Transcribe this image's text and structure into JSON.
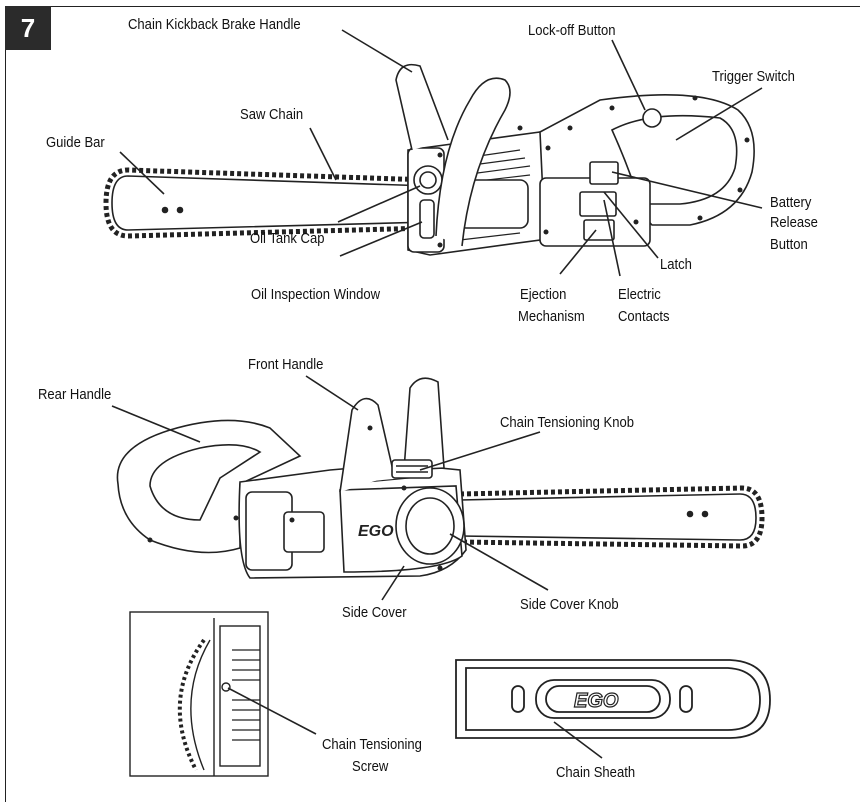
{
  "figure_number": "7",
  "labels": {
    "kickback_brake": "Chain Kickback Brake Handle",
    "lock_off": "Lock-off Button",
    "trigger": "Trigger Switch",
    "saw_chain": "Saw Chain",
    "guide_bar": "Guide Bar",
    "battery_release_1": "Battery",
    "battery_release_2": "Release",
    "battery_release_3": "Button",
    "oil_tank_cap": "Oil Tank Cap",
    "latch": "Latch",
    "oil_window": "Oil Inspection Window",
    "ejection_1": "Ejection",
    "ejection_2": "Mechanism",
    "contacts_1": "Electric",
    "contacts_2": "Contacts",
    "front_handle": "Front Handle",
    "rear_handle": "Rear Handle",
    "tension_knob": "Chain Tensioning Knob",
    "side_cover": "Side Cover",
    "side_cover_knob": "Side Cover Knob",
    "tension_screw_1": "Chain Tensioning",
    "tension_screw_2": "Screw",
    "sheath": "Chain Sheath"
  },
  "brand_logo": "EGO"
}
